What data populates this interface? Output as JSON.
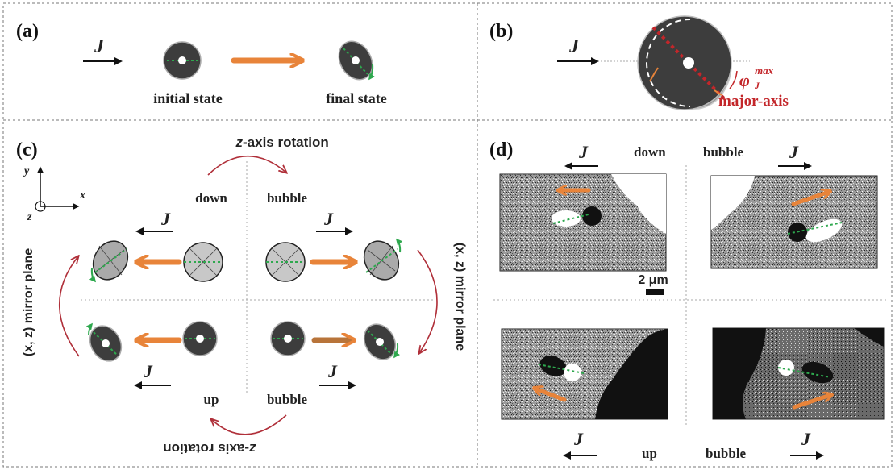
{
  "figure": {
    "panel_a": {
      "label": "(a)",
      "current_label": "J",
      "initial_state_label": "initial state",
      "final_state_label": "final state"
    },
    "panel_b": {
      "label": "(b)",
      "current_label": "J",
      "angle_label": "φ",
      "angle_superscript": "max",
      "angle_subscript": "J",
      "major_axis_label": "major-axis"
    },
    "panel_c": {
      "label": "(c)",
      "top_rotation_label_italic": "z",
      "top_rotation_label_rest": "-axis rotation",
      "bottom_rotation_label_italic": "z",
      "bottom_rotation_label_rest": "-axis rotation",
      "axis_y": "y",
      "axis_x": "x",
      "axis_z": "z",
      "down_label": "down",
      "bubble_label_top": "bubble",
      "up_label": "up",
      "bubble_label_bottom": "bubble",
      "mirror_left": "(x, z) mirror plane",
      "mirror_right": "(x, z) mirror plane",
      "current_label": "J"
    },
    "panel_d": {
      "label": "(d)",
      "down_label": "down",
      "bubble_label_top": "bubble",
      "up_label": "up",
      "bubble_label_bottom": "bubble",
      "current_label": "J",
      "scale_bar_label": "2 μm"
    },
    "colors": {
      "orange": "#e8843a",
      "red_label": "#c3262a",
      "dark_red_arrow": "#b0303a",
      "green": "#2ea84e",
      "disk_dark": "#3d3d3d",
      "disk_light": "#c8c8c8"
    }
  }
}
